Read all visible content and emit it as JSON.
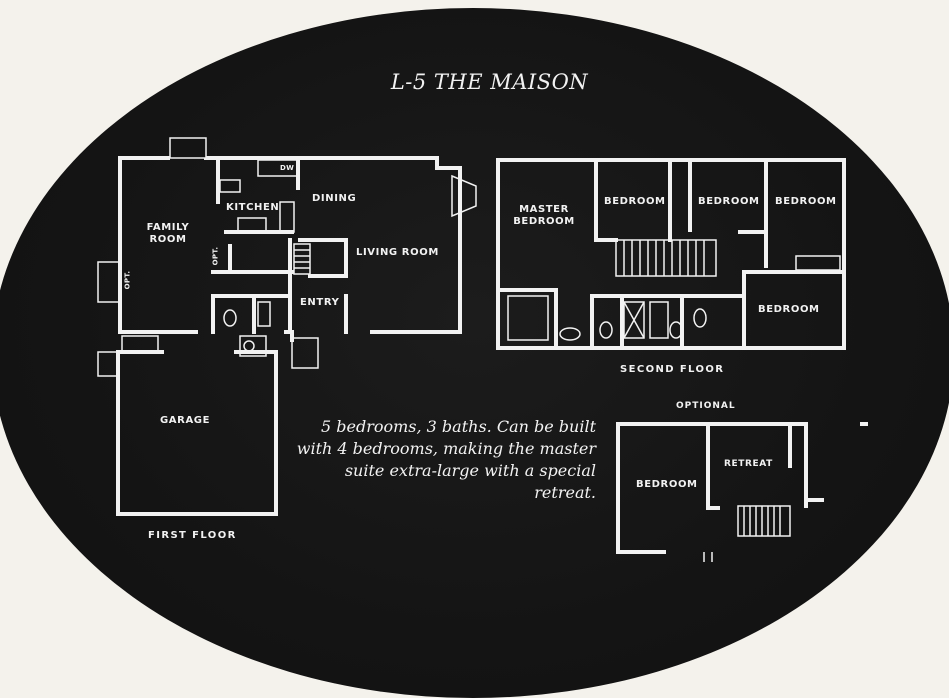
{
  "title": "L-5 THE MAISON",
  "first_floor": {
    "label": "FIRST FLOOR",
    "rooms": {
      "family_room": "FAMILY ROOM",
      "kitchen": "KITCHEN",
      "dining": "DINING",
      "living_room": "LIVING ROOM",
      "entry": "ENTRY",
      "garage": "GARAGE",
      "dw": "DW",
      "opt_fireplace": "OPT.",
      "opt_closet": "OPT."
    }
  },
  "second_floor": {
    "label": "SECOND FLOOR",
    "rooms": {
      "master_bedroom": "MASTER BEDROOM",
      "bedroom_1": "BEDROOM",
      "bedroom_2": "BEDROOM",
      "bedroom_3": "BEDROOM",
      "bedroom_4": "BEDROOM"
    }
  },
  "optional": {
    "label": "OPTIONAL",
    "rooms": {
      "bedroom": "BEDROOM",
      "retreat": "RETREAT"
    }
  },
  "description": "5 bedrooms, 3 baths. Can be built with 4 bedrooms, making the master suite extra-large with a special retreat."
}
